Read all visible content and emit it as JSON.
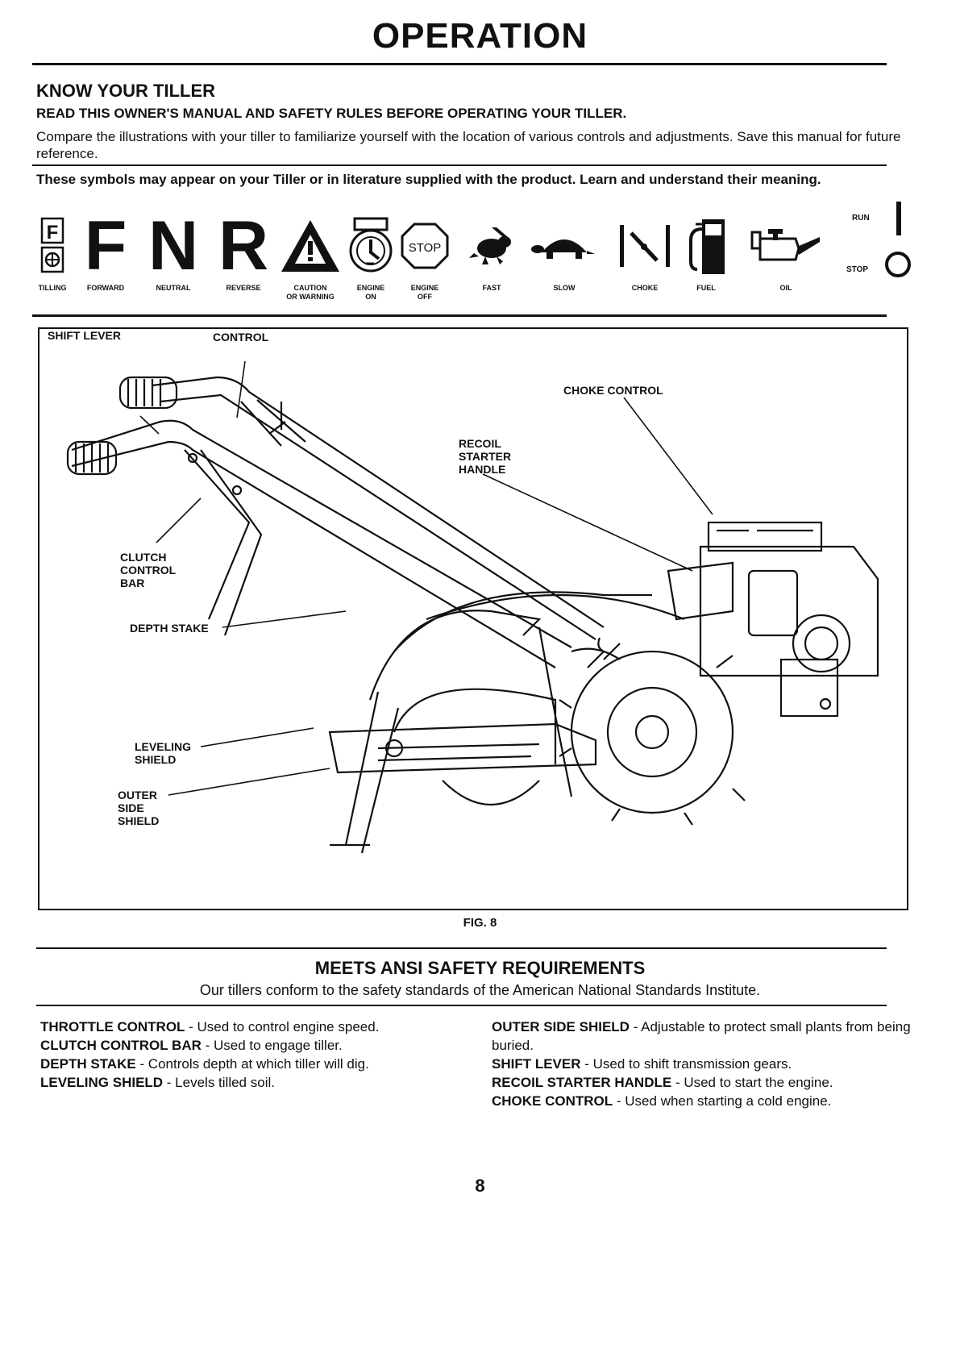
{
  "page": {
    "title": "OPERATION",
    "heading": "KNOW YOUR TILLER",
    "subheading": "READ THIS OWNER'S MANUAL AND SAFETY RULES BEFORE OPERATING YOUR TILLER.",
    "intro": "Compare the illustrations with your tiller to familiarize yourself with the location of various controls and adjustments. Save this manual for future reference.",
    "symbols_intro": "These symbols may appear on your Tiller or in literature supplied with the product. Learn and understand their meaning.",
    "page_number": "8"
  },
  "symbols": [
    {
      "label": "TILLING",
      "icon": "tilling-icon",
      "glyph": "F"
    },
    {
      "label": "FORWARD",
      "icon": "forward-icon",
      "glyph": "F"
    },
    {
      "label": "NEUTRAL",
      "icon": "neutral-icon",
      "glyph": "N"
    },
    {
      "label": "REVERSE",
      "icon": "reverse-icon",
      "glyph": "R"
    },
    {
      "label": "CAUTION\nOR WARNING",
      "icon": "caution-icon"
    },
    {
      "label": "ENGINE\nON",
      "icon": "engine-on-icon"
    },
    {
      "label": "ENGINE\nOFF",
      "icon": "engine-off-icon",
      "glyph": "STOP"
    },
    {
      "label": "FAST",
      "icon": "rabbit-icon"
    },
    {
      "label": "SLOW",
      "icon": "turtle-icon"
    },
    {
      "label": "CHOKE",
      "icon": "choke-icon"
    },
    {
      "label": "FUEL",
      "icon": "fuel-pump-icon"
    },
    {
      "label": "OIL",
      "icon": "oil-can-icon"
    }
  ],
  "run_stop": {
    "run": "RUN",
    "stop": "STOP"
  },
  "figure": {
    "caption": "FIG. 8",
    "callouts": {
      "shift_lever": "SHIFT LEVER",
      "throttle_control": "THROTTLE\nCONTROL",
      "choke_control": "CHOKE CONTROL",
      "recoil_starter_handle": "RECOIL\nSTARTER\nHANDLE",
      "clutch_control_bar": "CLUTCH\nCONTROL\nBAR",
      "depth_stake": "DEPTH STAKE",
      "leveling_shield": "LEVELING\nSHIELD",
      "outer_side_shield": "OUTER\nSIDE\nSHIELD"
    }
  },
  "ansi": {
    "heading": "MEETS ANSI SAFETY REQUIREMENTS",
    "text": "Our tillers conform to the safety standards of the American National Standards Institute."
  },
  "definitions_left": [
    {
      "term": "THROTTLE CONTROL",
      "desc": " - Used to control engine speed."
    },
    {
      "term": "CLUTCH CONTROL BAR",
      "desc": " - Used to engage tiller."
    },
    {
      "term": "DEPTH STAKE",
      "desc": " - Controls depth at which tiller will dig."
    },
    {
      "term": "LEVELING SHIELD",
      "desc": " - Levels tilled soil."
    }
  ],
  "definitions_right": [
    {
      "term": "OUTER SIDE SHIELD",
      "desc": " - Adjustable to protect small plants from being buried."
    },
    {
      "term": "SHIFT LEVER",
      "desc": " - Used to shift transmission gears."
    },
    {
      "term": "RECOIL STARTER HANDLE",
      "desc": " - Used to start the engine."
    },
    {
      "term": "CHOKE CONTROL",
      "desc": " - Used when starting a cold engine."
    }
  ]
}
